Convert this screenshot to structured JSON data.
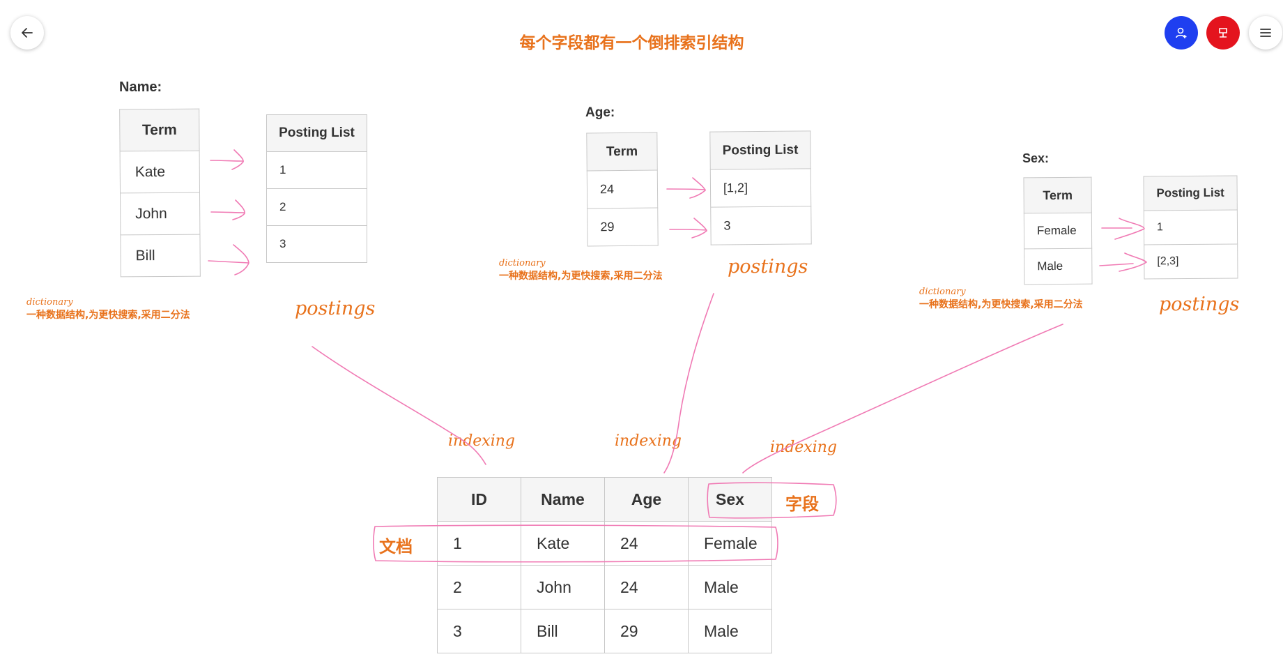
{
  "title": "每个字段都有一个倒排索引结构",
  "toolbar": {
    "back_icon": "arrow-left-icon",
    "user_icon": "add-user-icon",
    "share_icon": "share-icon",
    "menu_icon": "hamburger-menu-icon",
    "colors": {
      "user": "#1f3ff0",
      "share": "#e4141e"
    }
  },
  "fields": {
    "name": {
      "label": "Name:",
      "term_header": "Term",
      "posting_header": "Posting List",
      "terms": [
        "Kate",
        "John",
        "Bill"
      ],
      "postings": [
        "1",
        "2",
        "3"
      ]
    },
    "age": {
      "label": "Age:",
      "term_header": "Term",
      "posting_header": "Posting List",
      "terms": [
        "24",
        "29"
      ],
      "postings": [
        "[1,2]",
        "3"
      ]
    },
    "sex": {
      "label": "Sex:",
      "term_header": "Term",
      "posting_header": "Posting List",
      "terms": [
        "Female",
        "Male"
      ],
      "postings": [
        "1",
        "[2,3]"
      ]
    }
  },
  "annotations": {
    "dictionary_word": "dictionary",
    "dictionary_desc": "一种数据结构,为更快搜索,采用二分法",
    "postings_word": "postings",
    "indexing_word": "indexing",
    "field_label": "字段",
    "document_label": "文档",
    "accent_color": "#e8721c",
    "ink_color": "#f07ab4"
  },
  "documents": {
    "headers": [
      "ID",
      "Name",
      "Age",
      "Sex"
    ],
    "rows": [
      [
        "1",
        "Kate",
        "24",
        "Female"
      ],
      [
        "2",
        "John",
        "24",
        "Male"
      ],
      [
        "3",
        "Bill",
        "29",
        "Male"
      ]
    ]
  }
}
